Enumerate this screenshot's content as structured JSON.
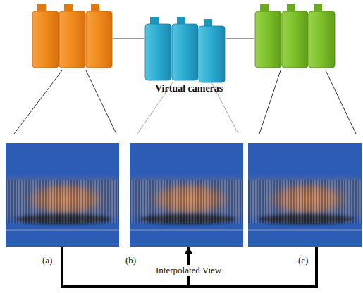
{
  "diagram": {
    "nodes": [
      {
        "text": [
          "(a)"
        ]
      },
      {
        "text": [
          "(b)"
        ]
      },
      {
        "text": [
          "(c)"
        ]
      }
    ],
    "edges": [
      {
        "from": 0,
        "to": 1,
        "arrow": "to"
      },
      {
        "from": 2,
        "to": 1,
        "arrow": "to"
      }
    ],
    "labels": [
      "Virtual cameras",
      "Interpolated View"
    ]
  }
}
